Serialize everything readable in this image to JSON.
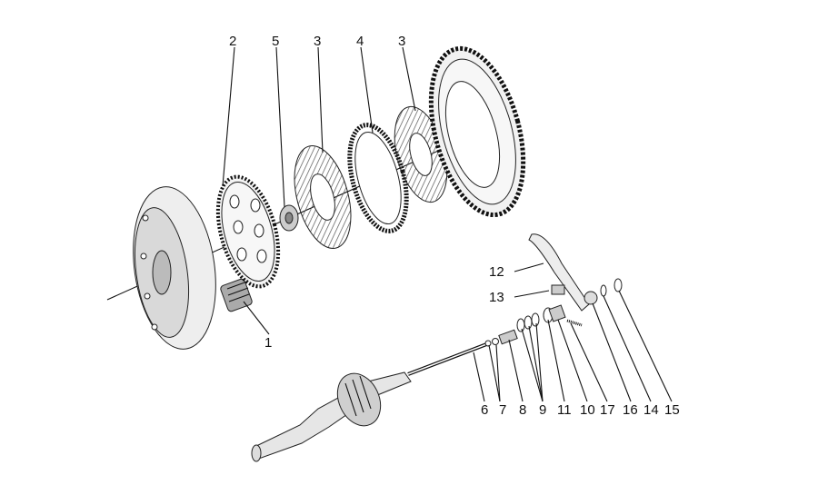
{
  "diagram": {
    "labels": {
      "l1": "1",
      "l2": "2",
      "l3a": "3",
      "l3b": "3",
      "l4": "4",
      "l5": "5",
      "l6": "6",
      "l7": "7",
      "l8": "8",
      "l9": "9",
      "l10": "10",
      "l11": "11",
      "l12": "12",
      "l13": "13",
      "l14": "14",
      "l15": "15",
      "l16": "16",
      "l17": "17"
    }
  }
}
